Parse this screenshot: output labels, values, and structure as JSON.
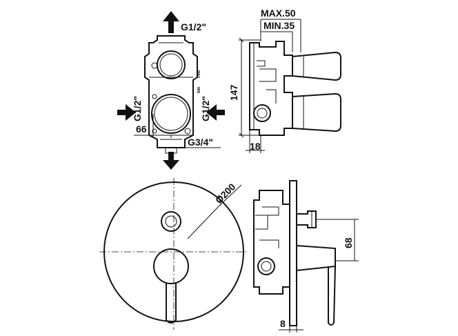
{
  "labels": {
    "top_inlet": "G1/2\"",
    "left_inlet": "G1/2\"",
    "right_inlet": "G1/2\"",
    "bottom_outlet": "G3/4\"",
    "dim_66": "66",
    "max_depth": "MAX.50",
    "min_depth": "MIN.35",
    "dim_147": "147",
    "dim_18": "18",
    "dim_200": "Ø200",
    "dim_68": "68",
    "dim_8": "8",
    "mark_max": "MAX",
    "mark_min": "MIN"
  }
}
